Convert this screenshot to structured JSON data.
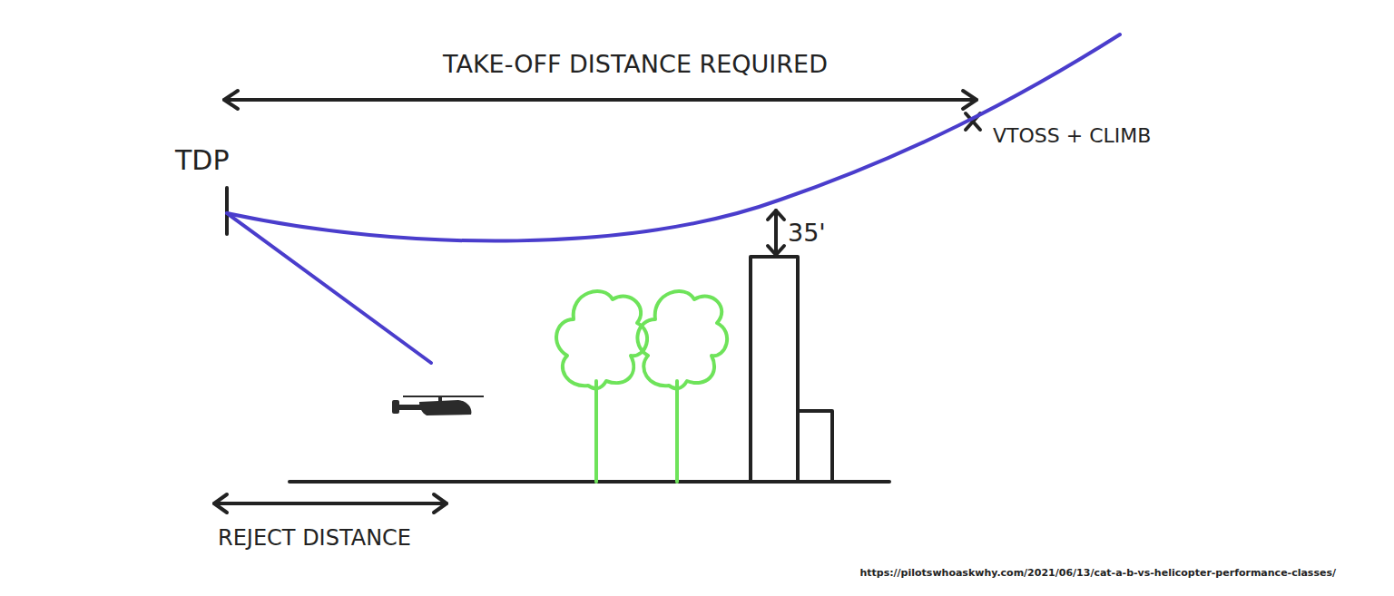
{
  "diagram": {
    "labels": [
      "TAKE-OFF DISTANCE REQUIRED",
      "TDP",
      "35'",
      "VTOSS + CLIMB",
      "REJECT DISTANCE",
      "https://pilotswhoaskwhy.com/2021/06/13/cat-a-b-vs-helicopter-performance-classes/"
    ]
  }
}
